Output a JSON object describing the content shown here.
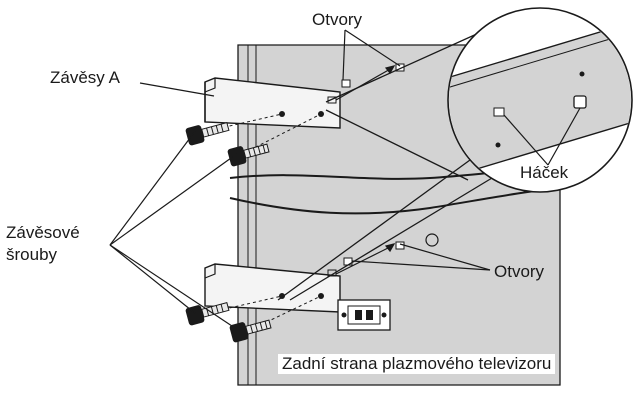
{
  "labels": {
    "otvory_top": "Otvory",
    "zavesy_a": "Závěsy A",
    "zavesove_srouby_line1": "Závěsové",
    "zavesove_srouby_line2": "šrouby",
    "hacek": "Háček",
    "otvory_bottom": "Otvory",
    "back_panel": "Zadní strana plazmového televizoru"
  },
  "colors": {
    "panel_fill": "#d3d3d3",
    "line": "#1a1a1a",
    "bracket_fill": "#f4f4f4"
  }
}
